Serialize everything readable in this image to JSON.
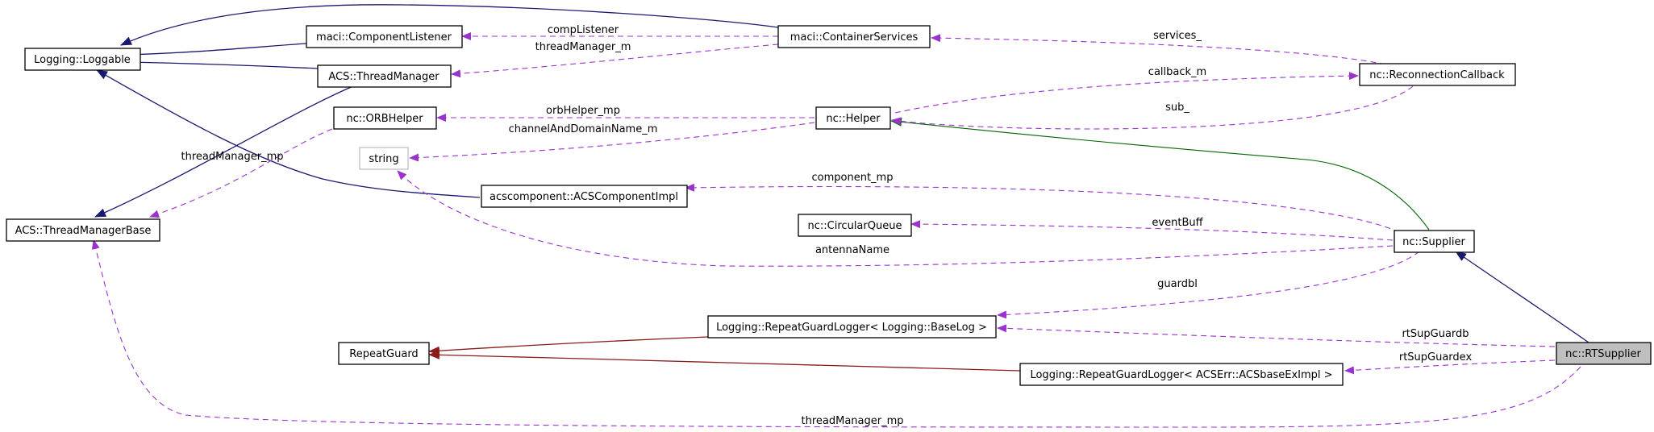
{
  "colors": {
    "usage_edge": "#9a32cd",
    "public_inheritance": "#191970",
    "protected_inheritance": "#006400",
    "private_inheritance": "#8b1a1a",
    "focus_fill": "#bfbfbf"
  },
  "nodes": {
    "logging_loggable": "Logging::Loggable",
    "maci_componentlistener": "maci::ComponentListener",
    "maci_containerservices": "maci::ContainerServices",
    "acs_threadmanager": "ACS::ThreadManager",
    "nc_reconnectioncallback": "nc::ReconnectionCallback",
    "nc_orbhelper": "nc::ORBHelper",
    "nc_helper": "nc::Helper",
    "string": "string",
    "acscomponent_acscomponentimpl": "acscomponent::ACSComponentImpl",
    "acs_threadmanagerbase": "ACS::ThreadManagerBase",
    "nc_circularqueue": "nc::CircularQueue",
    "nc_supplier": "nc::Supplier",
    "logging_repeatguardlogger_baselog": "Logging::RepeatGuardLogger< Logging::BaseLog >",
    "repeatguard": "RepeatGuard",
    "logging_repeatguardlogger_acsbaseeximpl": "Logging::RepeatGuardLogger< ACSErr::ACSbaseExImpl >",
    "nc_rtsupplier": "nc::RTSupplier"
  },
  "edge_labels": {
    "complistener": "compListener",
    "threadmanager_m": "threadManager_m",
    "services": "services_",
    "callback_m": "callback_m",
    "orbhelper_mp": "orbHelper_mp",
    "sub": "sub_",
    "channelanddomainname_m": "channelAndDomainName_m",
    "threadmanager_mp_orb": "threadManager_mp",
    "component_mp": "component_mp",
    "eventbuff": "eventBuff",
    "antennaname": "antennaName",
    "guardbl": "guardbl",
    "rtsupguardb": "rtSupGuardb",
    "rtsupguardex": "rtSupGuardex",
    "threadmanager_mp_rt": "threadManager_mp"
  }
}
